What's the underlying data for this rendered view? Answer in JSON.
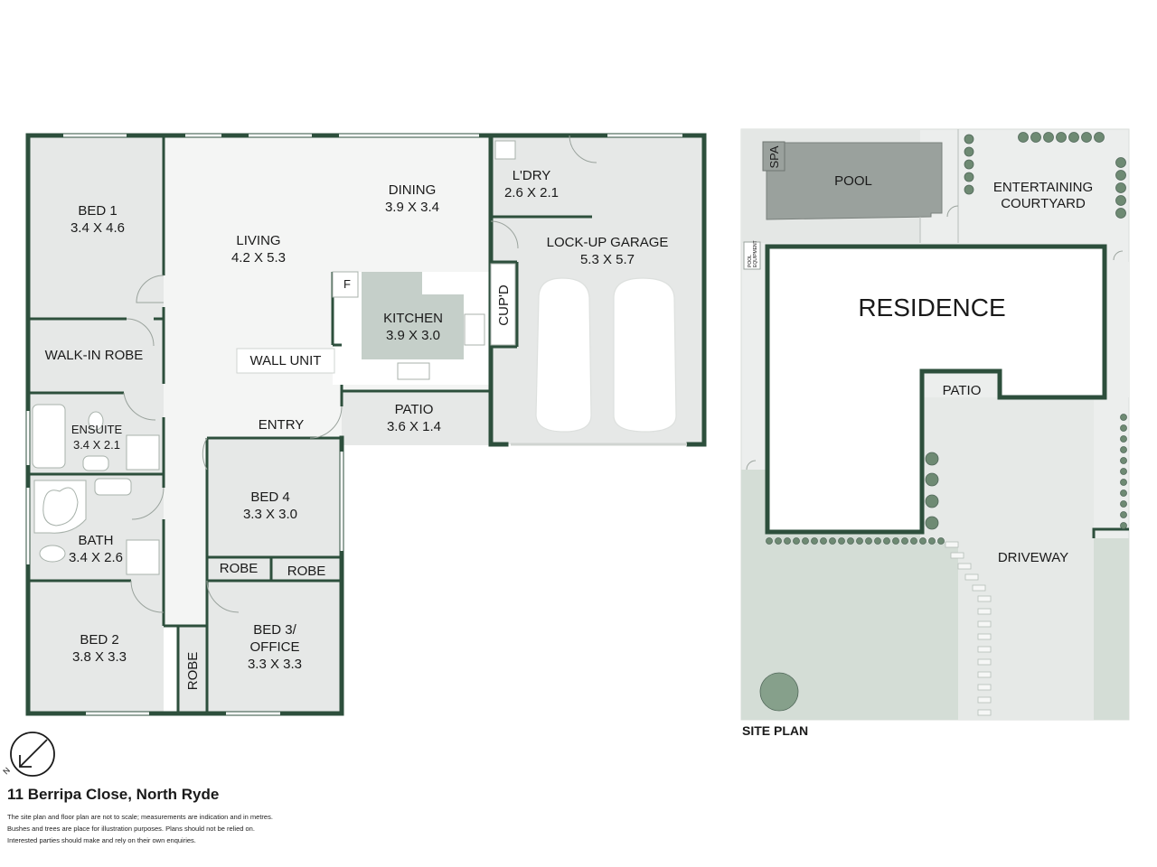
{
  "floor_plan": {
    "rooms": {
      "bed1": {
        "name": "BED 1",
        "size": "3.4 X 4.6"
      },
      "living": {
        "name": "LIVING",
        "size": "4.2 X 5.3"
      },
      "dining": {
        "name": "DINING",
        "size": "3.9 X 3.4"
      },
      "laundry": {
        "name": "L'DRY",
        "size": "2.6 X 2.1"
      },
      "garage": {
        "name": "LOCK-UP GARAGE",
        "size": "5.3 X 5.7"
      },
      "kitchen": {
        "name": "KITCHEN",
        "size": "3.9 X 3.0"
      },
      "patio": {
        "name": "PATIO",
        "size": "3.6 X 1.4"
      },
      "ensuite": {
        "name": "ENSUITE",
        "size": "3.4 X 2.1"
      },
      "bath": {
        "name": "BATH",
        "size": "3.4 X 2.6"
      },
      "bed4": {
        "name": "BED 4",
        "size": "3.3 X 3.0"
      },
      "bed2": {
        "name": "BED 2",
        "size": "3.8 X 3.3"
      },
      "bed3": {
        "name_line1": "BED 3/",
        "name_line2": "OFFICE",
        "size": "3.3 X 3.3"
      }
    },
    "labels": {
      "walk_in_robe": "WALK-IN ROBE",
      "wall_unit": "WALL UNIT",
      "entry": "ENTRY",
      "fridge": "F",
      "cupboard": "CUP'D",
      "robe_bed4": "ROBE",
      "robe_bed3": "ROBE",
      "robe_bed2": "ROBE"
    }
  },
  "site_plan": {
    "title": "SITE PLAN",
    "labels": {
      "spa": "SPA",
      "pool": "POOL",
      "pool_equipment_line1": "POOL",
      "pool_equipment_line2": "EQUIPMENT",
      "courtyard_line1": "ENTERTAINING",
      "courtyard_line2": "COURTYARD",
      "residence": "RESIDENCE",
      "patio": "PATIO",
      "driveway": "DRIVEWAY"
    }
  },
  "compass": {
    "label": "N"
  },
  "footer": {
    "address": "11 Berripa Close, North Ryde",
    "disclaimer": [
      "The site plan and floor plan are not to scale; measurements are indication and in metres.",
      "Bushes and trees are place for illustration purposes. Plans should not be relied on.",
      "Interested parties should make and rely on their own enquiries."
    ]
  },
  "colors": {
    "wall": "#2d4f3c",
    "room_fill": "#e6e8e7",
    "open_fill": "#f4f5f4",
    "kitchen_fill": "#c5cfc9",
    "pool_fill": "#9aa19d",
    "lawn_fill": "#d4ddd6",
    "shrub": "#6e8a73"
  }
}
